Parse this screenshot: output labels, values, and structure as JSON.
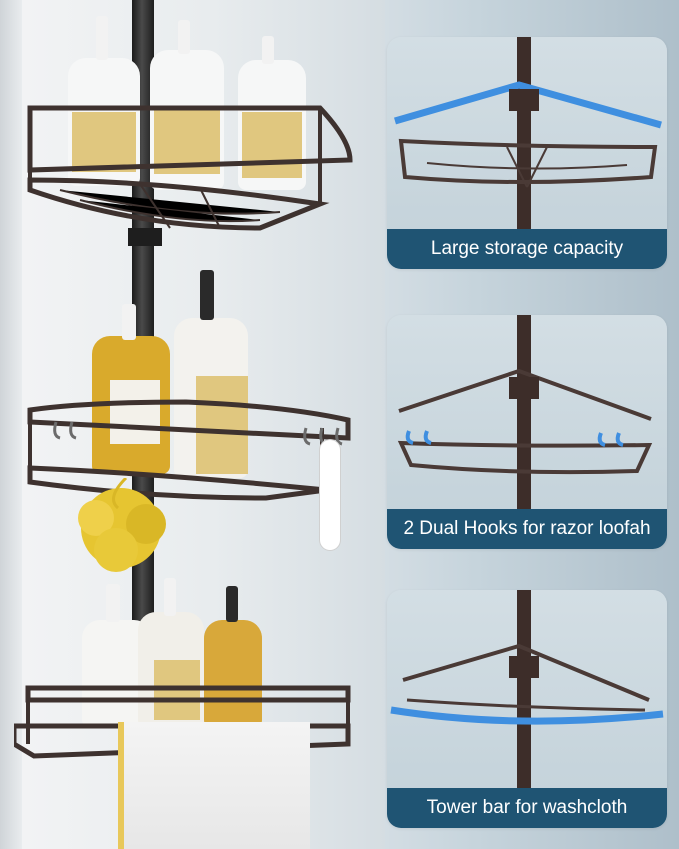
{
  "features": [
    {
      "caption": "Large storage capacity",
      "highlight": "top-rail"
    },
    {
      "caption": "2 Dual Hooks for razor loofah",
      "highlight": "hooks"
    },
    {
      "caption": "Tower bar for washcloth",
      "highlight": "towel-bar"
    }
  ],
  "colors": {
    "caption_bg": "#1f5473",
    "caption_text": "#ffffff",
    "frame": "#4a3a36",
    "highlight_blue": "#3f8fe0",
    "panel_bg": "#c9d6dd"
  }
}
